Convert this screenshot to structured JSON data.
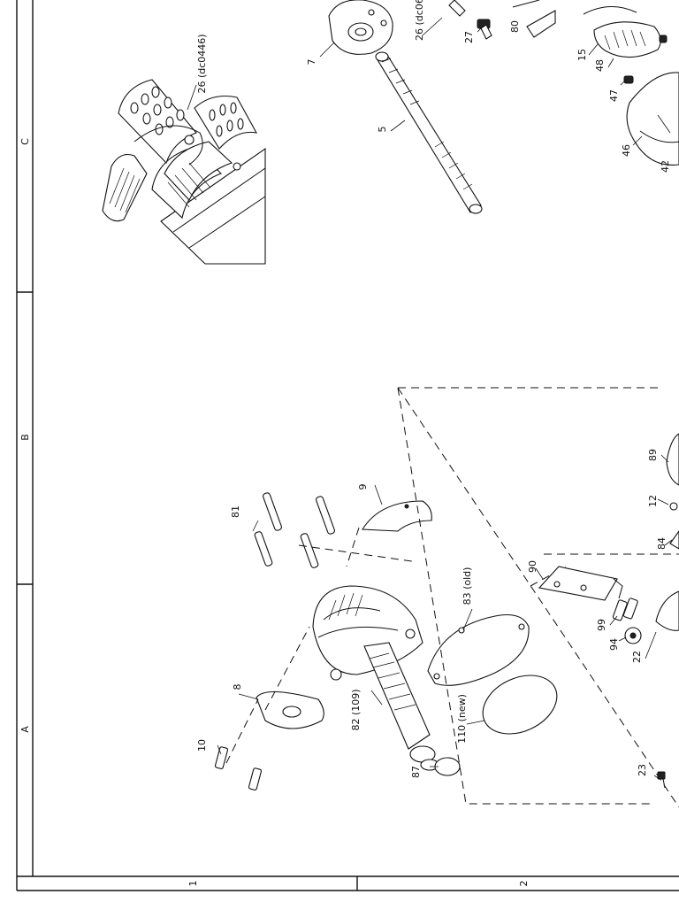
{
  "frame": {
    "zone_letters": [
      "A",
      "B",
      "C"
    ],
    "zone_numbers": [
      "1",
      "2"
    ]
  },
  "callouts": {
    "c7": "7",
    "c5": "5",
    "c26a": "26 (dc0446)",
    "c26b": "26 (dc06",
    "c27": "27",
    "c80": "80",
    "c15": "15",
    "c48": "48",
    "c47": "47",
    "c46": "46",
    "c42": "42",
    "c81": "81",
    "c9": "9",
    "c83": "83 (old)",
    "c110": "110 (new)",
    "c82": "82 (109)",
    "c87": "87",
    "c8": "8",
    "c10": "10",
    "c90": "90",
    "c99": "99",
    "c94": "94",
    "c22": "22",
    "c23": "23",
    "c89": "89",
    "c12": "12",
    "c84": "84"
  }
}
